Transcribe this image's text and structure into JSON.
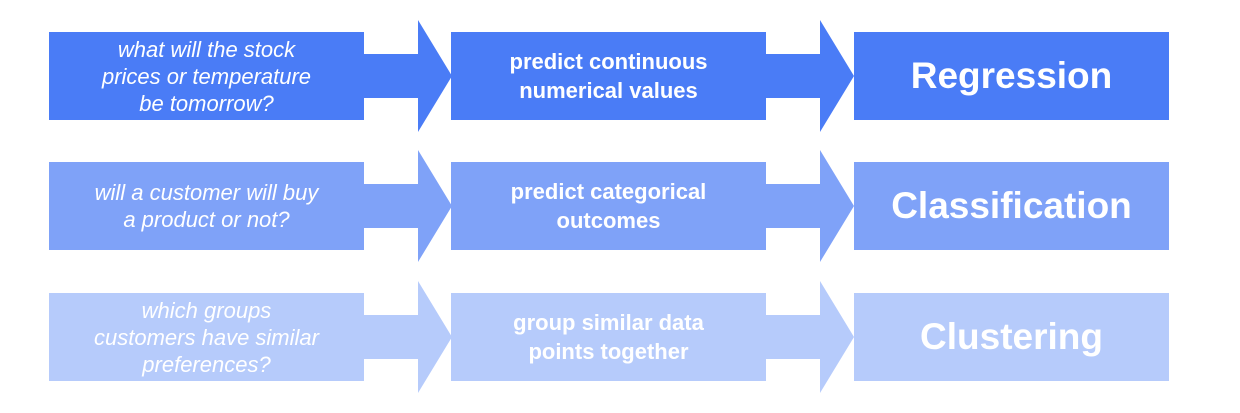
{
  "rows": [
    {
      "question": "what will the stock\nprices or temperature\nbe tomorrow?",
      "method": "predict continuous\nnumerical values",
      "task": "Regression",
      "color": "#4a7cf6"
    },
    {
      "question": "will a customer will buy\na product or not?",
      "method": "predict categorical\noutcomes",
      "task": "Classification",
      "color": "#7fa2f8"
    },
    {
      "question": "which groups\ncustomers have similar\npreferences?",
      "method": "group similar data\npoints together",
      "task": "Clustering",
      "color": "#b6cbfb"
    }
  ]
}
